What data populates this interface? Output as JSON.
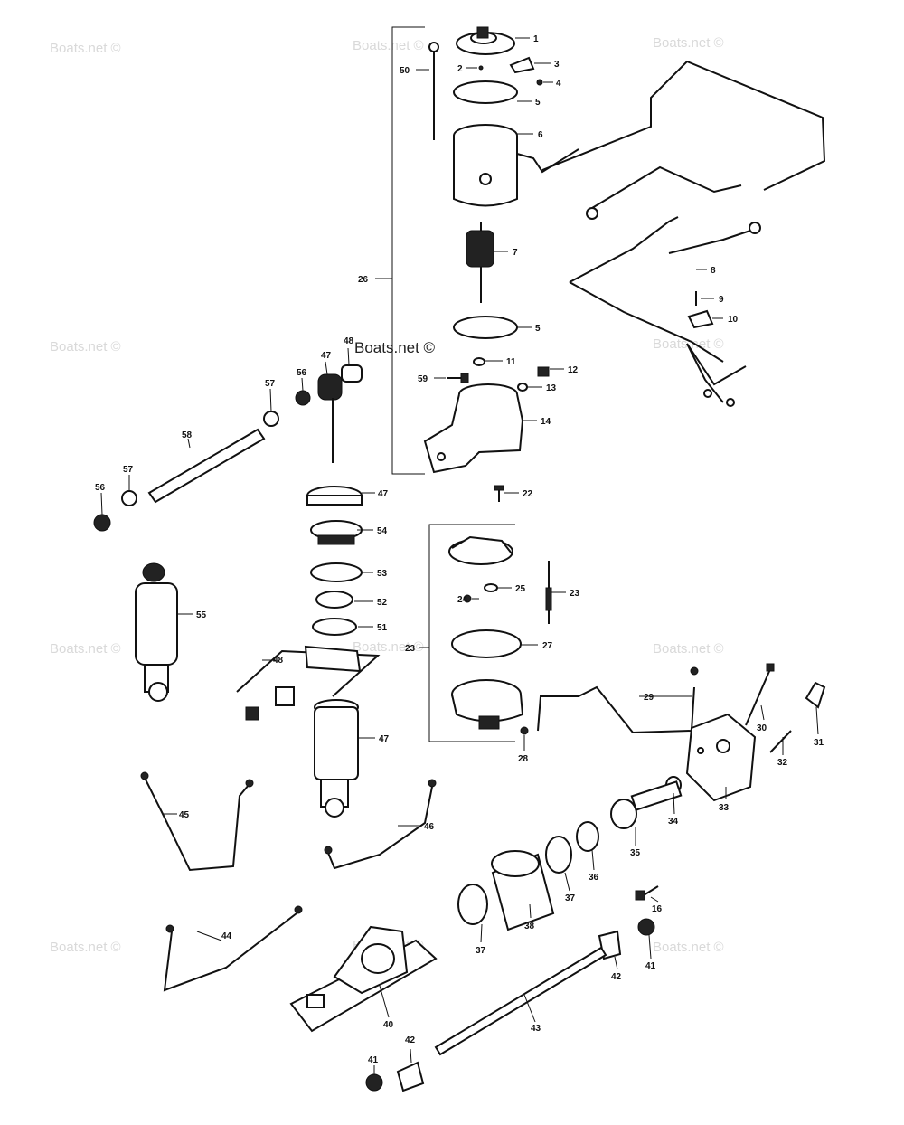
{
  "diagram": {
    "watermark": "Boats.net ©",
    "watermark_overlay": "Boats.net ©",
    "labels": {
      "p1": "1",
      "p2": "2",
      "p3": "3",
      "p4": "4",
      "p5a": "5",
      "p5b": "5",
      "p6": "6",
      "p7": "7",
      "p8": "8",
      "p9": "9",
      "p10": "10",
      "p11": "11",
      "p12": "12",
      "p13": "13",
      "p14": "14",
      "p16": "16",
      "p22": "22",
      "p23a": "23",
      "p23b": "23",
      "p24": "24",
      "p25": "25",
      "p26": "26",
      "p27": "27",
      "p28": "28",
      "p29": "29",
      "p30": "30",
      "p31": "31",
      "p32": "32",
      "p33": "33",
      "p34": "34",
      "p35": "35",
      "p36": "36",
      "p37a": "37",
      "p37b": "37",
      "p38": "38",
      "p40": "40",
      "p41a": "41",
      "p41b": "41",
      "p42a": "42",
      "p42b": "42",
      "p43": "43",
      "p44": "44",
      "p45": "45",
      "p46": "46",
      "p47a": "47",
      "p47b": "47",
      "p47c": "47",
      "p48a": "48",
      "p48b": "48",
      "p50": "50",
      "p51": "51",
      "p52": "52",
      "p53": "53",
      "p54": "54",
      "p55": "55",
      "p56a": "56",
      "p56b": "56",
      "p57a": "57",
      "p57b": "57",
      "p58": "58",
      "p59": "59"
    }
  }
}
